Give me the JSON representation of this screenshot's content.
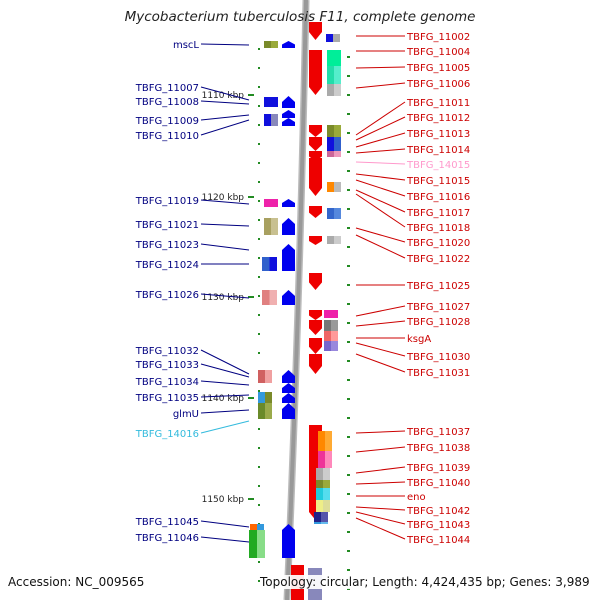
{
  "title": "Mycobacterium tuberculosis F11, complete genome",
  "footer": {
    "accession": "Accession: NC_009565",
    "topology": "Topology: circular; Length: 4,424,435 bp; Genes: 3,989"
  },
  "colors": {
    "forward_strand": "#0000ee",
    "reverse_strand": "#ee0000",
    "forward_label": "#000080",
    "reverse_label": "#cc0000",
    "pink_label": "#ff99cc",
    "cyan_label": "#33bbdd",
    "backbone": "#999999",
    "tick": "#228b22"
  },
  "kbp_markers": [
    {
      "label": "1110 kbp"
    },
    {
      "label": "1120 kbp"
    },
    {
      "label": "1130 kbp"
    },
    {
      "label": "1140 kbp"
    },
    {
      "label": "1150 kbp"
    }
  ],
  "left_genes": [
    {
      "label": "mscL",
      "color": "forward_label",
      "bar": [
        "#7a8a2a",
        "#9aaa3a"
      ],
      "arrows": 1
    },
    {
      "label": "TBFG_11007",
      "color": "forward_label"
    },
    {
      "label": "TBFG_11008",
      "color": "forward_label",
      "bar": [
        "#1010dd",
        "#1010dd"
      ],
      "arrows": 1
    },
    {
      "label": "TBFG_11009",
      "color": "forward_label",
      "bar": [
        "#1010dd",
        "#8888bb"
      ],
      "arrows": 2
    },
    {
      "label": "TBFG_11010",
      "color": "forward_label"
    },
    {
      "label": "TBFG_11019",
      "color": "forward_label",
      "bar": [
        "#ee22aa",
        "#ee22aa"
      ],
      "arrows": 1
    },
    {
      "label": "TBFG_11021",
      "color": "forward_label",
      "bar": [
        "#a8a060",
        "#c8c090"
      ],
      "arrows": 1
    },
    {
      "label": "TBFG_11023",
      "color": "forward_label"
    },
    {
      "label": "TBFG_11024",
      "color": "forward_label",
      "bar": [
        "#3060cc",
        "#1010dd"
      ],
      "arrows": 1
    },
    {
      "label": "TBFG_11026",
      "color": "forward_label",
      "bar": [
        "#e08080",
        "#f0b0b0"
      ],
      "arrows": 1
    },
    {
      "label": "TBFG_11032",
      "color": "forward_label"
    },
    {
      "label": "TBFG_11033",
      "color": "forward_label",
      "bar": [
        "#d06060",
        "#f0a0a0"
      ],
      "arrows": 1
    },
    {
      "label": "TBFG_11034",
      "color": "forward_label"
    },
    {
      "label": "TBFG_11035",
      "color": "forward_label",
      "bar": [
        "#3399dd",
        "#7a8a2a"
      ],
      "arrows": 2
    },
    {
      "label": "glmU",
      "color": "forward_label",
      "bar": [
        "#6a8a2a",
        "#9aaa4a"
      ],
      "arrows": 1
    },
    {
      "label": "TBFG_14016",
      "color": "cyan_label"
    },
    {
      "label": "TBFG_11045",
      "color": "forward_label",
      "bar": [
        "#ff6600",
        "#3399dd"
      ],
      "arrows": 1
    },
    {
      "label": "TBFG_11046",
      "color": "forward_label",
      "bar": [
        "#22aa22",
        "#88dd88"
      ],
      "arrows": 1
    }
  ],
  "right_genes": [
    {
      "label": "TBFG_11002",
      "color": "reverse_label",
      "bar": [
        "#1010dd",
        "#aaaaaa"
      ]
    },
    {
      "label": "TBFG_11004",
      "color": "reverse_label",
      "bar": [
        "#00ee99",
        "#00ee99"
      ]
    },
    {
      "label": "TBFG_11005",
      "color": "reverse_label",
      "bar": [
        "#22ddaa",
        "#55eecc"
      ]
    },
    {
      "label": "TBFG_11006",
      "color": "reverse_label",
      "bar": [
        "#aaaaaa",
        "#cccccc"
      ]
    },
    {
      "label": "TBFG_11011",
      "color": "reverse_label"
    },
    {
      "label": "TBFG_11012",
      "color": "reverse_label",
      "bar": [
        "#7a8a2a",
        "#9aaa3a"
      ]
    },
    {
      "label": "TBFG_11013",
      "color": "reverse_label",
      "bar": [
        "#1010dd",
        "#3060cc"
      ]
    },
    {
      "label": "TBFG_11014",
      "color": "reverse_label",
      "bar": [
        "#cc6699",
        "#ee99bb"
      ]
    },
    {
      "label": "TBFG_14015",
      "color": "pink_label"
    },
    {
      "label": "TBFG_11015",
      "color": "reverse_label",
      "bar": [
        "#ff8800",
        "#bbbbbb"
      ]
    },
    {
      "label": "TBFG_11016",
      "color": "reverse_label"
    },
    {
      "label": "TBFG_11017",
      "color": "reverse_label",
      "bar": [
        "#3366cc",
        "#5588dd"
      ]
    },
    {
      "label": "TBFG_11018",
      "color": "reverse_label"
    },
    {
      "label": "TBFG_11020",
      "color": "reverse_label",
      "bar": [
        "#aaaaaa",
        "#cccccc"
      ]
    },
    {
      "label": "TBFG_11022",
      "color": "reverse_label"
    },
    {
      "label": "TBFG_11025",
      "color": "reverse_label",
      "bar": [
        "#ee0000",
        "#ee0000"
      ]
    },
    {
      "label": "TBFG_11027",
      "color": "reverse_label",
      "bar": [
        "#ee22aa",
        "#ee22aa"
      ]
    },
    {
      "label": "TBFG_11028",
      "color": "reverse_label",
      "bar": [
        "#777777",
        "#999999"
      ]
    },
    {
      "label": "ksgA",
      "color": "reverse_label",
      "bar": [
        "#ee6666",
        "#ff9999"
      ]
    },
    {
      "label": "TBFG_11030",
      "color": "reverse_label",
      "bar": [
        "#7766cc",
        "#9988dd"
      ]
    },
    {
      "label": "TBFG_11031",
      "color": "reverse_label"
    },
    {
      "label": "TBFG_11037",
      "color": "reverse_label",
      "bar": [
        "#ff8800",
        "#ffaa33"
      ]
    },
    {
      "label": "TBFG_11038",
      "color": "reverse_label",
      "bar": [
        "#ee3399",
        "#ff88bb"
      ]
    },
    {
      "label": "TBFG_11039",
      "color": "reverse_label",
      "bar": [
        "#aaaaaa",
        "#cccccc"
      ]
    },
    {
      "label": "TBFG_11040",
      "color": "reverse_label",
      "bar": [
        "#7a8a2a",
        "#9aaa3a"
      ]
    },
    {
      "label": "eno",
      "color": "reverse_label",
      "bar": [
        "#22ccdd",
        "#55ddee"
      ]
    },
    {
      "label": "TBFG_11042",
      "color": "reverse_label",
      "bar": [
        "#eeee88",
        "#dddd99"
      ]
    },
    {
      "label": "TBFG_11043",
      "color": "reverse_label",
      "bar": [
        "#3399dd",
        "#66bbee"
      ]
    },
    {
      "label": "TBFG_11044",
      "color": "reverse_label",
      "bar": [
        "#222288",
        "#5555aa"
      ]
    }
  ]
}
